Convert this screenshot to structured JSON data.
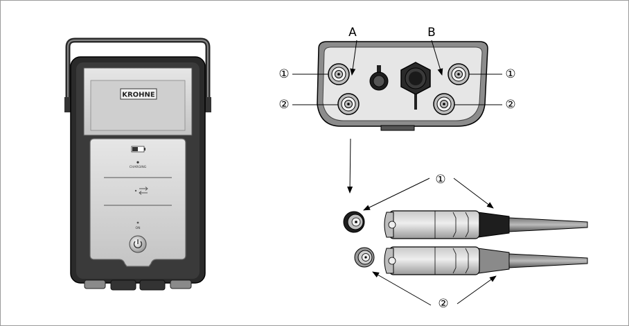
{
  "device": {
    "brand": "KROHNE",
    "charging_label": "CHARGING",
    "on_label": "ON"
  },
  "labels": {
    "connector_a": "A",
    "connector_b": "B",
    "callout_1": "①",
    "callout_2": "②"
  },
  "colors": {
    "body_dark": "#2a2a2a",
    "panel_light": "#d8d8d8",
    "outline": "#000000"
  }
}
